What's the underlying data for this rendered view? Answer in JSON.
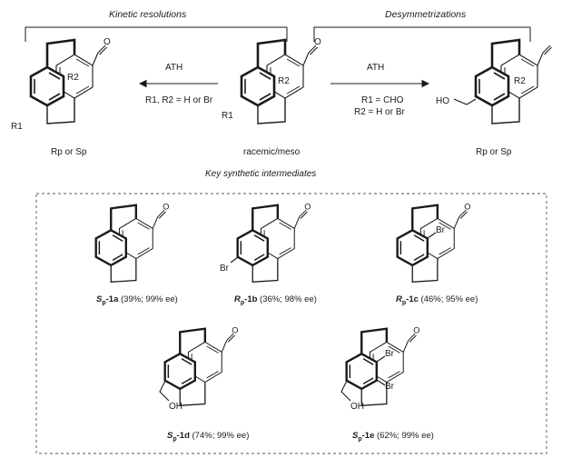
{
  "headers": {
    "kinetic": "Kinetic resolutions",
    "desym": "Desymmetrizations"
  },
  "conditions": {
    "left_reagent": "ATH",
    "left_sub": "R1, R2 = H or Br",
    "right_reagent": "ATH",
    "right_sub_1": "R1 = CHO",
    "right_sub_2": "R2 = H or Br"
  },
  "labels": {
    "center": "racemic/meso",
    "left_product": "Rp or Sp",
    "right_product": "Rp or Sp",
    "r1": "R1",
    "r2": "R2",
    "ho": "HO",
    "oh": "OH",
    "br": "Br"
  },
  "panel_title": "Key synthetic intermediates",
  "compounds": [
    {
      "id": "Sp-1a",
      "prefix": "S",
      "sub": "p",
      "num": "-1a",
      "data": "(39%; 99% ee)"
    },
    {
      "id": "Rp-1b",
      "prefix": "R",
      "sub": "p",
      "num": "-1b",
      "data": "(36%; 98% ee)"
    },
    {
      "id": "Rp-1c",
      "prefix": "R",
      "sub": "p",
      "num": "-1c",
      "data": "(46%; 95% ee)"
    },
    {
      "id": "Sp-1d",
      "prefix": "S",
      "sub": "p",
      "num": "-1d",
      "data": "(74%; 99% ee)"
    },
    {
      "id": "Sp-1e",
      "prefix": "S",
      "sub": "p",
      "num": "-1e",
      "data": "(62%; 99% ee)"
    }
  ]
}
